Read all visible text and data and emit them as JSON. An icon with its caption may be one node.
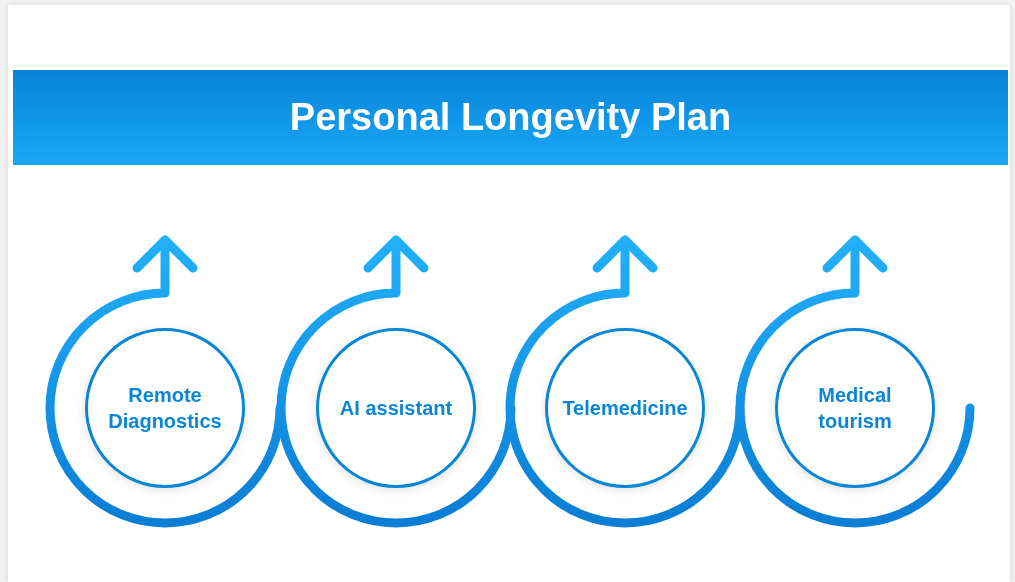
{
  "diagram": {
    "title": "Personal Longevity Plan",
    "nodes": [
      {
        "text": [
          "Remote Diagnostics"
        ]
      },
      {
        "text": [
          "AI assistant"
        ]
      },
      {
        "text": [
          "Telemedicine"
        ]
      },
      {
        "text": [
          "Medical tourism"
        ]
      }
    ]
  }
}
